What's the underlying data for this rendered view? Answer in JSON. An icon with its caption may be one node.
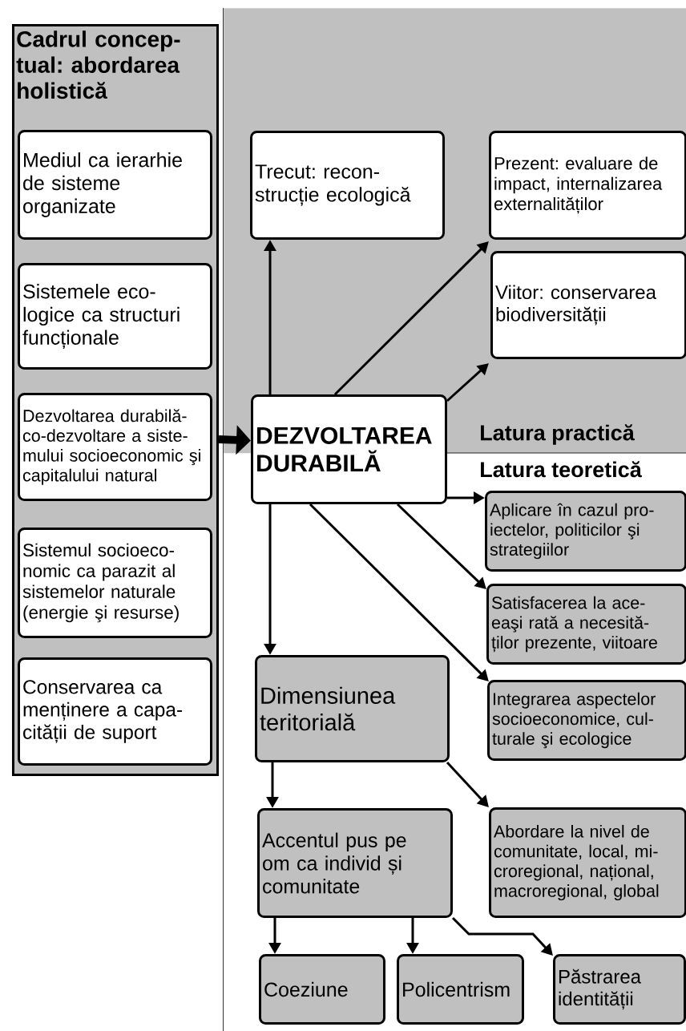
{
  "diagram": {
    "nodes": [
      {
        "text": [
          "Cadrul concep- tual: abordarea holistică"
        ]
      },
      {
        "text": [
          "Mediul ca ierarhie de sisteme organizate"
        ],
        "in": 0
      },
      {
        "text": [
          "Sistemele eco- logice ca structuri funcționale"
        ],
        "in": 0
      },
      {
        "text": [
          "Dezvoltarea durabilă- co-dezvoltare a siste- mului socioeconomic şi capitalului natural"
        ],
        "in": 0
      },
      {
        "text": [
          "Sistemul socioeco- nomic ca parazit al sistemelor naturale (energie şi resurse)"
        ],
        "in": 0
      },
      {
        "text": [
          "Conservarea ca menținere a capa- cității de suport"
        ],
        "in": 0
      },
      {
        "text": [
          "Latura practică"
        ]
      },
      {
        "text": [
          "Trecut: recon- strucție ecologică"
        ],
        "in": 6
      },
      {
        "text": [
          "Prezent: evaluare de impact, internalizarea externalităților"
        ],
        "in": 6
      },
      {
        "text": [
          "Viitor: conservarea biodiversității"
        ],
        "in": 6
      },
      {
        "text": [
          "DEZVOLTAREA DURABILĂ"
        ]
      },
      {
        "text": [
          "Aplicare în cazul pro- iectelor, politicilor şi strategiilor"
        ]
      },
      {
        "text": [
          "Satisfacerea la ace- eaşi rată a necesită- ților prezente, viitoare"
        ]
      },
      {
        "text": [
          "Integrarea aspectelor socioeconomice, cul- turale şi ecologice"
        ]
      },
      {
        "text": [
          "Dimensiunea teritorială"
        ]
      },
      {
        "text": [
          "Abordare la nivel de comunitate, local, mi- croregional, național, macroregional, global"
        ]
      },
      {
        "text": [
          "Accentul pus pe om ca individ și comunitate"
        ]
      },
      {
        "text": [
          "Coeziune"
        ]
      },
      {
        "text": [
          "Policentrism"
        ]
      },
      {
        "text": [
          "Păstrarea identității"
        ]
      }
    ],
    "edges": [
      {
        "from": 0,
        "to": 10,
        "arrow": "to",
        "style": "thick"
      },
      {
        "from": 10,
        "to": 7,
        "arrow": "to"
      },
      {
        "from": 10,
        "to": 8,
        "arrow": "to"
      },
      {
        "from": 10,
        "to": 9,
        "arrow": "to"
      },
      {
        "from": 10,
        "to": 11,
        "arrow": "to"
      },
      {
        "from": 10,
        "to": 12,
        "arrow": "to"
      },
      {
        "from": 10,
        "to": 13,
        "arrow": "to"
      },
      {
        "from": 10,
        "to": 14,
        "arrow": "to"
      },
      {
        "from": 14,
        "to": 16,
        "arrow": "to"
      },
      {
        "from": 14,
        "to": 15,
        "arrow": "to"
      },
      {
        "from": 16,
        "to": 17,
        "arrow": "to"
      },
      {
        "from": 16,
        "to": 18,
        "arrow": "to"
      },
      {
        "from": 16,
        "to": 19,
        "arrow": "to"
      }
    ],
    "labels": [
      "Latura teoretică"
    ]
  }
}
